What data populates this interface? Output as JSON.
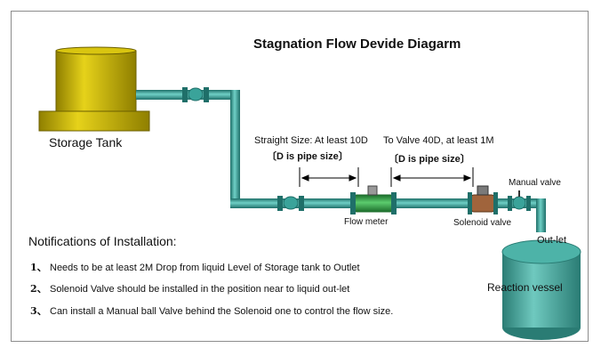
{
  "title": "Stagnation Flow Devide Diagarm",
  "storage_tank": {
    "label": "Storage Tank"
  },
  "dimension_upstream": {
    "text": "Straight  Size:  At least 10D",
    "note": "〔D is pipe size〕"
  },
  "dimension_downstream": {
    "text": "To Valve 40D, at least 1M",
    "note": "〔D is pipe size〕"
  },
  "components": {
    "flow_meter": "Flow meter",
    "solenoid_valve": "Solenoid valve",
    "manual_valve": "Manual valve",
    "outlet": "Out-let",
    "reaction_vessel": "Reaction vessel"
  },
  "notifications": {
    "title": "Notifications of Installation:",
    "items": [
      {
        "num": "1、",
        "text": "Needs to be at least 2M Drop  from liquid Level of Storage tank to Outlet"
      },
      {
        "num": "2、",
        "text": "Solenoid Valve should be installed in the  position near to liquid out-let"
      },
      {
        "num": "3、",
        "text": "Can install a Manual ball Valve behind the Solenoid one to control the flow size."
      }
    ]
  },
  "colors": {
    "pipe": "#3aa39a",
    "pipe_dark": "#1f6f69",
    "tank": "#c9b400",
    "tank_dark": "#8f7f00",
    "flow_meter": "#2fa044",
    "solenoid": "#a0643c",
    "vessel": "#3e9f95"
  }
}
